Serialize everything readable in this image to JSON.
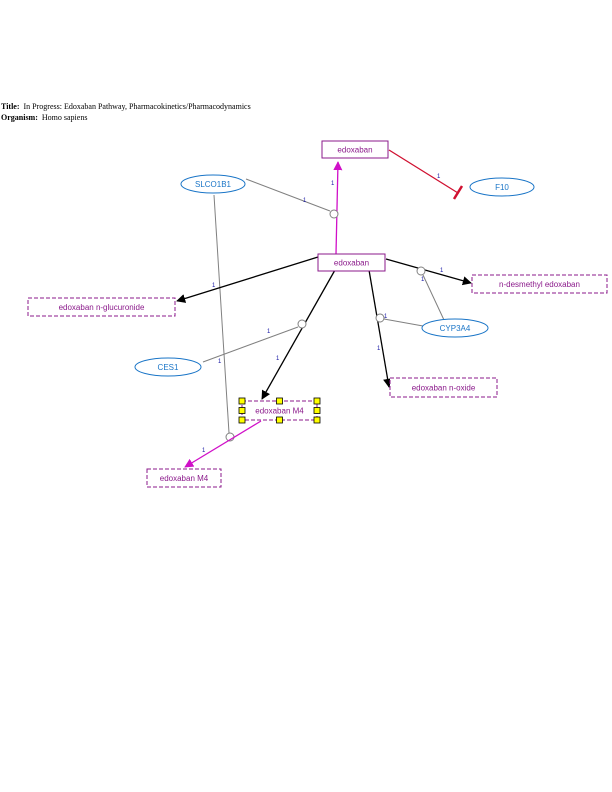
{
  "header": {
    "title_label": "Title:",
    "title_value": "In Progress: Edoxaban Pathway, Pharmacokinetics/Pharmacodynamics",
    "organism_label": "Organism:",
    "organism_value": "Homo sapiens"
  },
  "colors": {
    "metabolite": "#8b1a8b",
    "protein": "#1a75c7",
    "magenta_edge": "#d010c8",
    "inhibition_edge": "#d01030",
    "conversion_edge": "#000000",
    "catalysis_edge": "#808080",
    "selection_handle": "#ffff00"
  },
  "nodes": {
    "edoxaban_top": "edoxaban",
    "edoxaban_center": "edoxaban",
    "f10": "F10",
    "slco1b1": "SLCO1B1",
    "ces1": "CES1",
    "cyp3a4": "CYP3A4",
    "glucuronide": "edoxaban n-glucuronide",
    "desmethyl": "n-desmethyl edoxaban",
    "noxide": "edoxaban n-oxide",
    "m4_selected": "edoxaban M4",
    "m4_bottom": "edoxaban M4"
  },
  "edge_labels": {
    "center_to_top": "1",
    "top_to_f10": "1",
    "slco1b1_catalysis": "1",
    "to_glucuronide": "1",
    "to_desmethyl": "1",
    "cyp3a4_to_desmethyl": "1",
    "ces1_catalysis": "1",
    "to_m4_upper": "1",
    "ces1_side": "1",
    "cyp3a4_to_noxide": "1",
    "to_noxide": "1",
    "m4_to_m4": "1"
  }
}
